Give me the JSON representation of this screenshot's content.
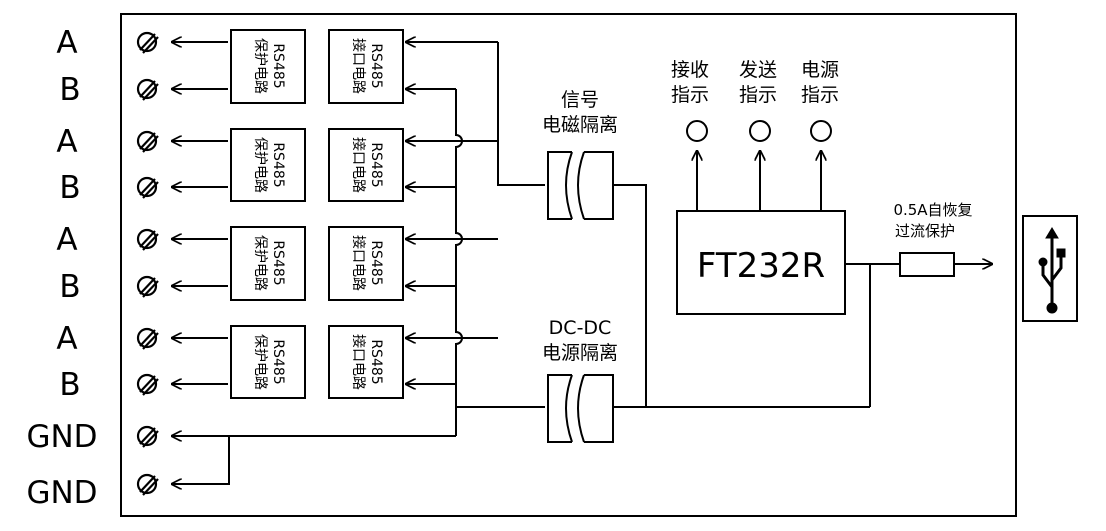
{
  "terminals": [
    {
      "label": "A"
    },
    {
      "label": "B"
    },
    {
      "label": "A"
    },
    {
      "label": "B"
    },
    {
      "label": "A"
    },
    {
      "label": "B"
    },
    {
      "label": "A"
    },
    {
      "label": "B"
    },
    {
      "label": "GND"
    },
    {
      "label": "GND"
    }
  ],
  "protection_block": {
    "line1": "RS485",
    "line2": "保护电路"
  },
  "interface_block": {
    "line1": "RS485",
    "line2": "接口电路"
  },
  "signal_isolation": {
    "line1": "信号",
    "line2": "电磁隔离"
  },
  "power_isolation": {
    "line1": "DC-DC",
    "line2": "电源隔离"
  },
  "indicators": [
    {
      "line1": "接收",
      "line2": "指示"
    },
    {
      "line1": "发送",
      "line2": "指示"
    },
    {
      "line1": "电源",
      "line2": "指示"
    }
  ],
  "chip": {
    "label": "FT232R"
  },
  "fuse": {
    "line1": "0.5A自恢复",
    "line2": "过流保护"
  },
  "usb": {
    "icon": "usb-icon"
  }
}
